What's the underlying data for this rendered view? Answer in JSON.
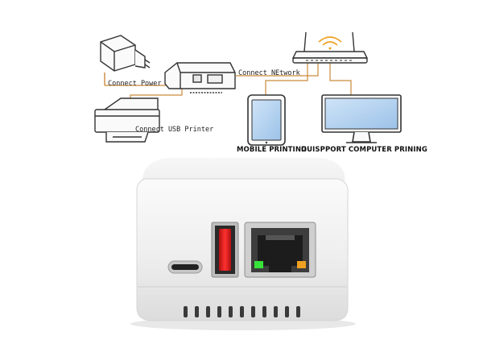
{
  "diagram": {
    "labels": {
      "power": "Connect Power",
      "network": "Connect NEtwork",
      "usb": "Connect USB Printer",
      "mobile": "MOBILE PRINTING",
      "computer": "DUISPPORT COMPUTER PRINING"
    }
  },
  "colors": {
    "line_orange": "#c98a3a",
    "port_red": "#e01e1e",
    "led_green": "#37e23a",
    "led_amber": "#f0a020",
    "device_body": "#f1f1f1"
  }
}
